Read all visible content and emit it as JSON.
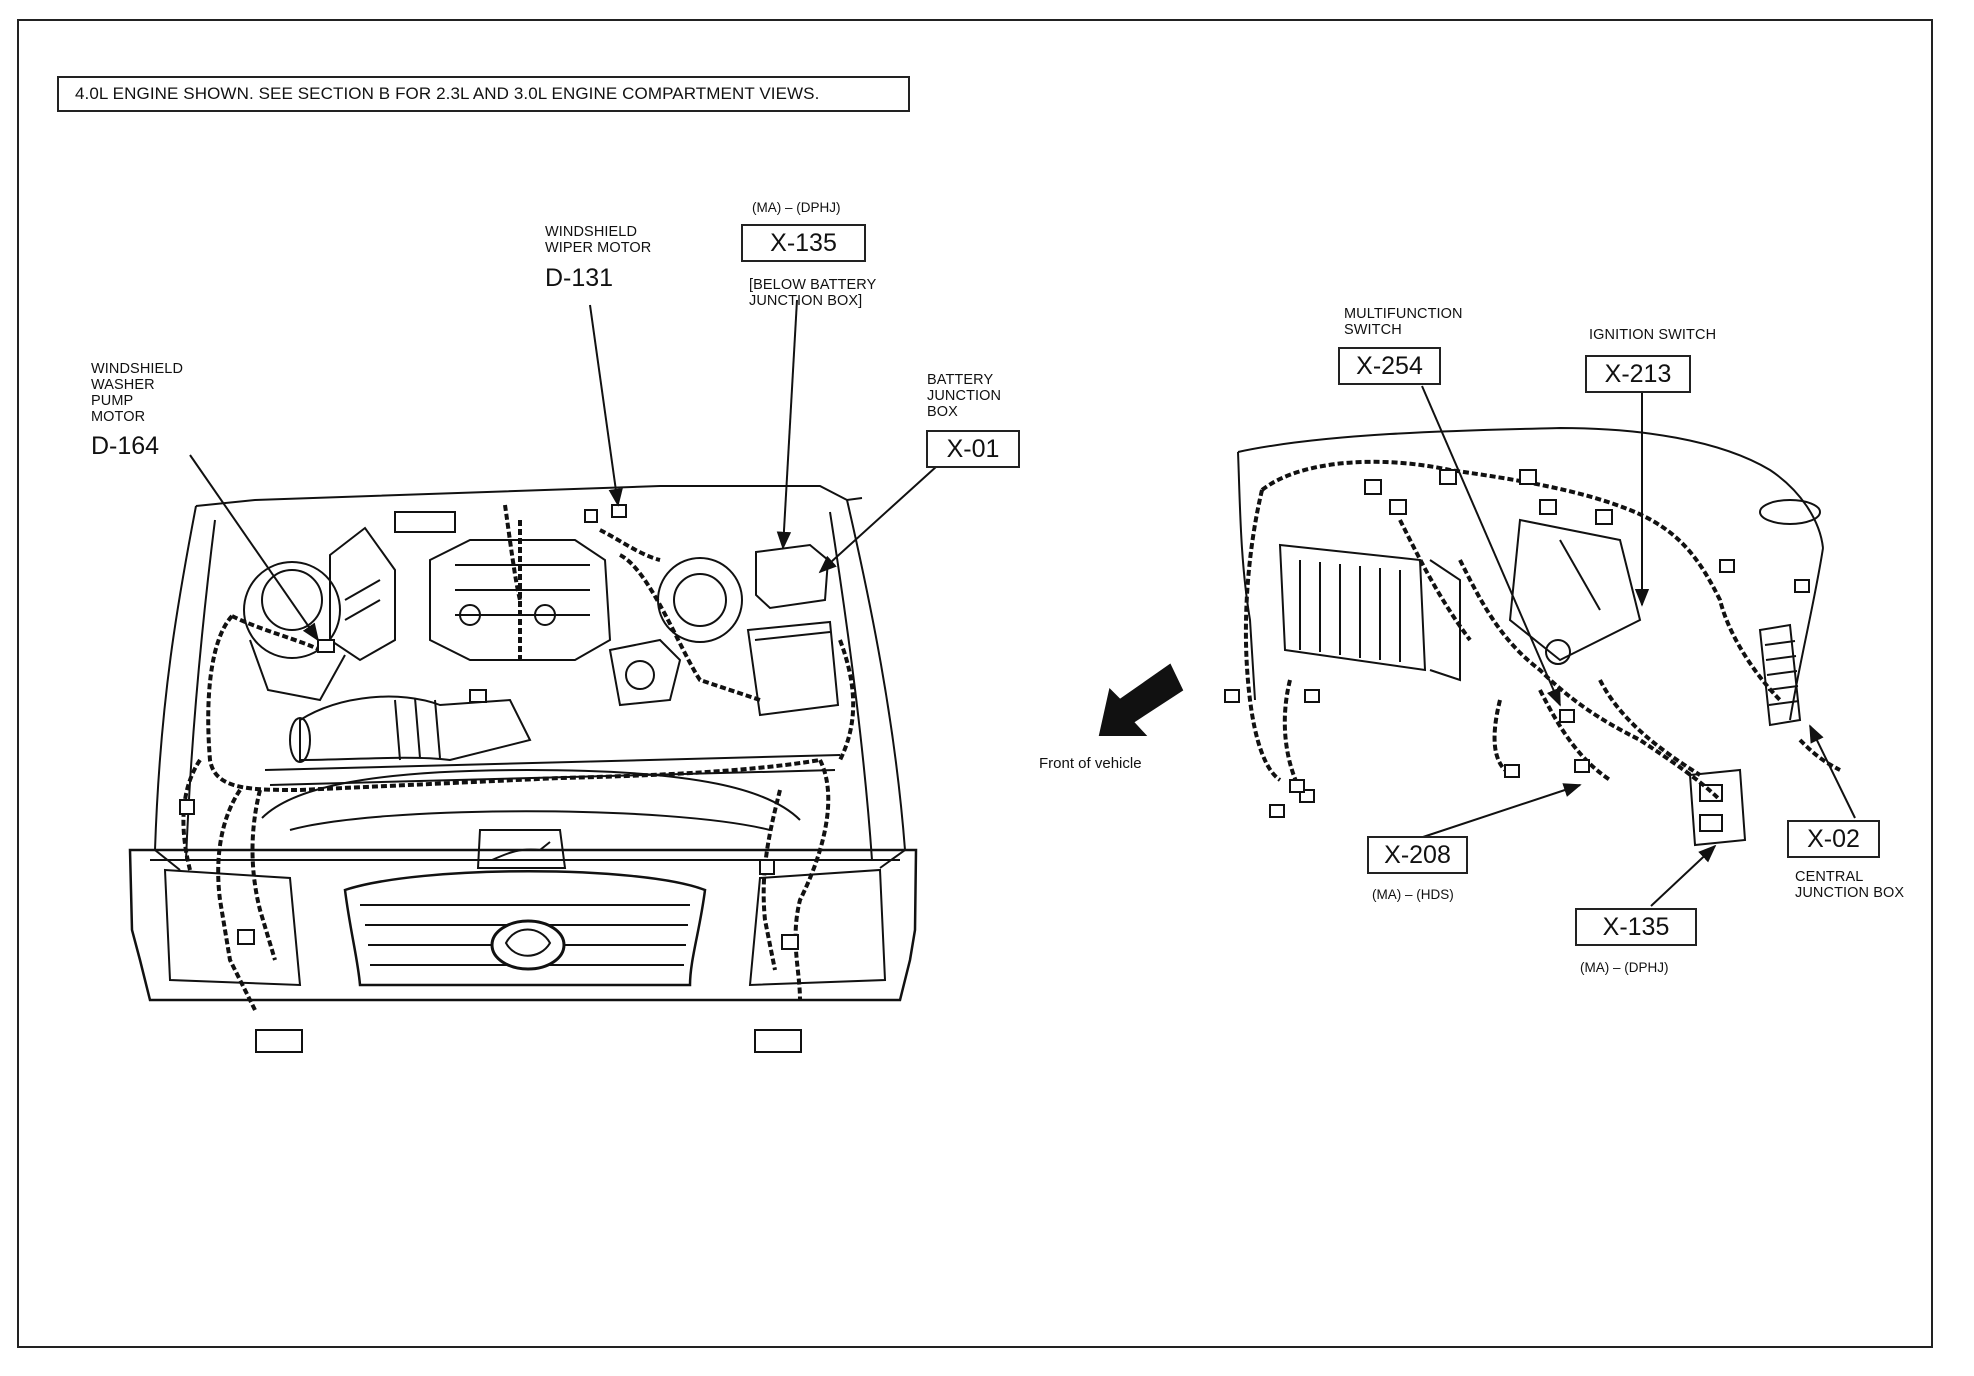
{
  "header": {
    "note": "4.0L ENGINE SHOWN. SEE SECTION B FOR 2.3L AND 3.0L ENGINE COMPARTMENT VIEWS."
  },
  "engine_view": {
    "washer_pump": {
      "label": "WINDSHIELD\nWASHER\nPUMP\nMOTOR",
      "code": "D-164"
    },
    "wiper_motor": {
      "label": "WINDSHIELD\nWIPER MOTOR",
      "code": "D-131"
    },
    "x135_top": {
      "qualifier": "(MA) – (DPHJ)",
      "code": "X-135",
      "location": "[BELOW BATTERY\nJUNCTION BOX]"
    },
    "battery_jb": {
      "label": "BATTERY\nJUNCTION\nBOX",
      "code": "X-01"
    }
  },
  "dash_view": {
    "multifunction": {
      "label": "MULTIFUNCTION\nSWITCH",
      "code": "X-254"
    },
    "ignition": {
      "label": "IGNITION SWITCH",
      "code": "X-213"
    },
    "front_of_vehicle": "Front of vehicle",
    "x208": {
      "code": "X-208",
      "qualifier": "(MA) – (HDS)"
    },
    "x135_bottom": {
      "code": "X-135",
      "qualifier": "(MA) – (DPHJ)"
    },
    "central_jb": {
      "code": "X-02",
      "label": "CENTRAL\nJUNCTION BOX"
    }
  },
  "colors": {
    "ink": "#111111",
    "paper": "#ffffff"
  }
}
